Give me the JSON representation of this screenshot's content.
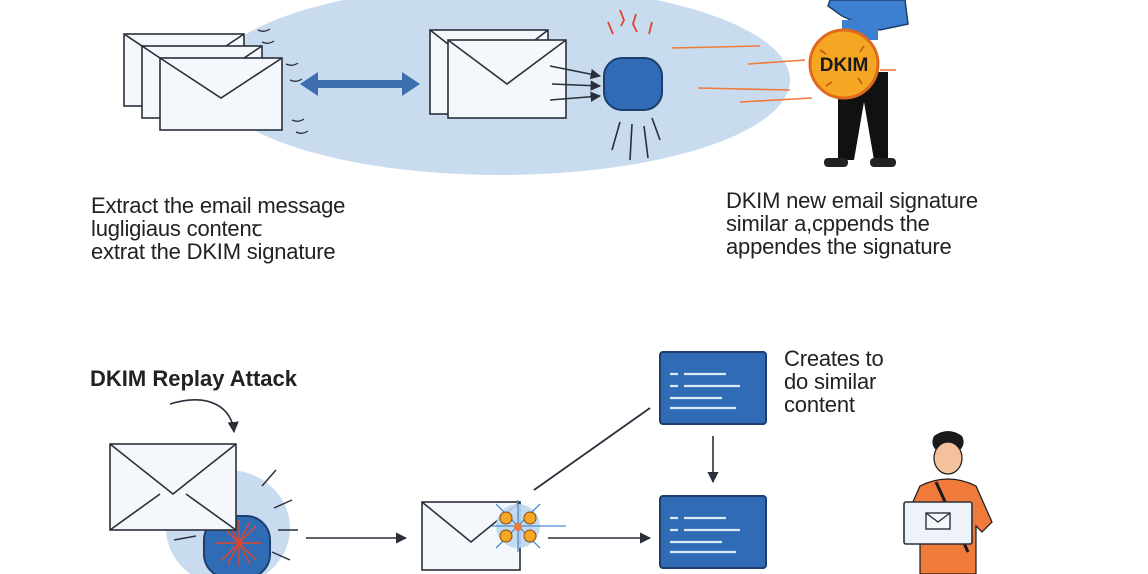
{
  "top_left_caption": {
    "line1": "Extract the email message",
    "line2": "lugligiaus contenꞇ",
    "line3": "extrat the DKIM signature"
  },
  "top_right_caption": {
    "line1": "DKIM new email signature",
    "line2": "similar a,cppends the",
    "line3": "appendes the signature"
  },
  "badge_label": "DKIM",
  "section_title": "DKIM Replay Attack",
  "bottom_right_caption": {
    "line1": "Creates to",
    "line2": "do similar",
    "line3": "content"
  },
  "colors": {
    "accent_blue": "#2f6cb5",
    "cloud_blue": "#c9dcef",
    "dkim_orange": "#f5a623",
    "alert_red": "#e0442c",
    "shirt_orange": "#f07a3a"
  }
}
